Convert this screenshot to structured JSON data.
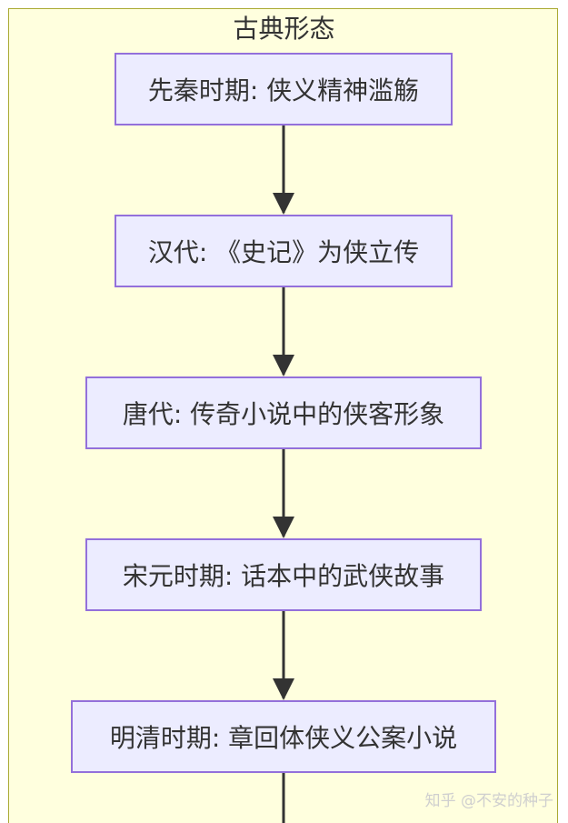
{
  "diagram": {
    "cluster_title": "古典形态",
    "nodes": [
      {
        "id": "pre-qin",
        "label": "先秦时期: 侠义精神滥觞"
      },
      {
        "id": "han",
        "label": "汉代: 《史记》为侠立传"
      },
      {
        "id": "tang",
        "label": "唐代: 传奇小说中的侠客形象"
      },
      {
        "id": "song-yuan",
        "label": "宋元时期: 话本中的武侠故事"
      },
      {
        "id": "ming-qing",
        "label": "明清时期: 章回体侠义公案小说"
      }
    ],
    "edges": [
      {
        "from": "pre-qin",
        "to": "han"
      },
      {
        "from": "han",
        "to": "tang"
      },
      {
        "from": "tang",
        "to": "song-yuan"
      },
      {
        "from": "song-yuan",
        "to": "ming-qing"
      },
      {
        "from": "ming-qing",
        "to": ""
      }
    ],
    "colors": {
      "cluster_fill": "#ffffde",
      "cluster_border": "#aaaa33",
      "node_fill": "#ececff",
      "node_border": "#9370db",
      "edge": "#333333",
      "text": "#333333"
    }
  },
  "watermark": "知乎 @不安的种子"
}
